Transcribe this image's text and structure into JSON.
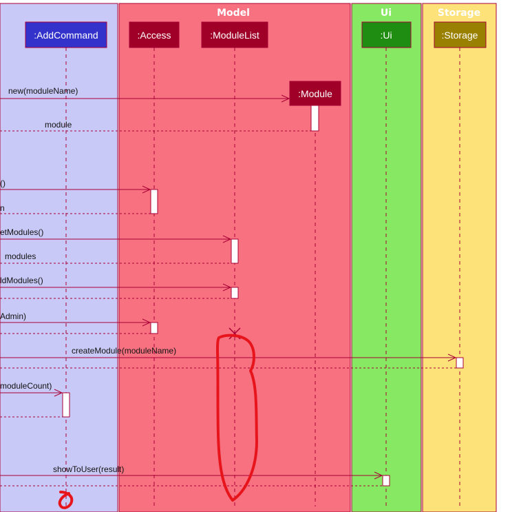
{
  "lanes": [
    {
      "id": "logic",
      "title": "",
      "color": "#c9c9f7"
    },
    {
      "id": "model",
      "title": "Model",
      "color": "#f87180"
    },
    {
      "id": "ui",
      "title": "Ui",
      "color": "#86e863"
    },
    {
      "id": "storage",
      "title": "Storage",
      "color": "#fde27a"
    }
  ],
  "participants": [
    {
      "id": "addcommand",
      "label": ":AddCommand",
      "color": "#3333cc"
    },
    {
      "id": "access",
      "label": ":Access",
      "color": "#a00028"
    },
    {
      "id": "modulelist",
      "label": ":ModuleList",
      "color": "#a00028"
    },
    {
      "id": "module",
      "label": ":Module",
      "color": "#a00028"
    },
    {
      "id": "ui",
      "label": ":Ui",
      "color": "#1f8c12"
    },
    {
      "id": "storage",
      "label": ":Storage",
      "color": "#998000"
    }
  ],
  "messages": [
    {
      "label": "new(moduleName)",
      "type": "call"
    },
    {
      "label": "module",
      "type": "return"
    },
    {
      "label": "()",
      "type": "call"
    },
    {
      "label": "n",
      "type": "return"
    },
    {
      "label": "etModules()",
      "type": "call"
    },
    {
      "label": "modules",
      "type": "return"
    },
    {
      "label": "ldModules()",
      "type": "call"
    },
    {
      "label": "",
      "type": "return"
    },
    {
      "label": "Admin)",
      "type": "call"
    },
    {
      "label": "",
      "type": "return"
    },
    {
      "label": "createModule(moduleName)",
      "type": "call"
    },
    {
      "label": "",
      "type": "return"
    },
    {
      "label": "moduleCount)",
      "type": "call"
    },
    {
      "label": "",
      "type": "return"
    },
    {
      "label": "showToUser(result)",
      "type": "call"
    },
    {
      "label": "",
      "type": "return"
    }
  ],
  "colors": {
    "arrow": "#a80036",
    "annotation": "#e8141c"
  }
}
